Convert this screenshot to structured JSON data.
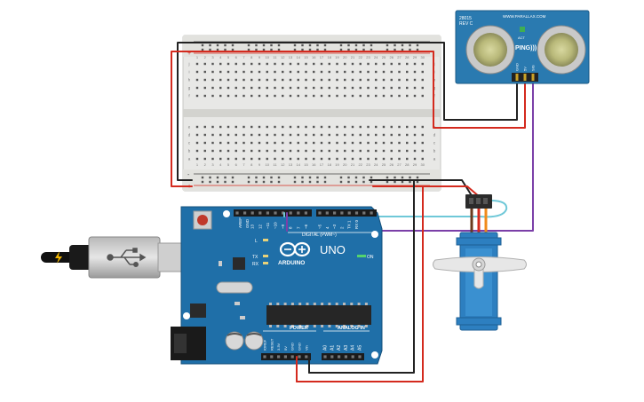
{
  "arduino": {
    "logo_text": "ARDUINO",
    "model_text": "UNO",
    "on_label": "ON",
    "l_label": "L",
    "tx_label": "TX",
    "rx_label": "RX",
    "digital_label": "DIGITAL (PWM~)",
    "power_label": "POWER",
    "analog_label": "ANALOG IN",
    "aref_label": "AREF",
    "gnd_label": "GND",
    "digital_pins": [
      "13",
      "12",
      "~11",
      "~10",
      "~9",
      "8",
      "7",
      "~6",
      "~5",
      "4",
      "~3",
      "2",
      "TX 1",
      "RX 0"
    ],
    "power_pins": [
      "IOREF",
      "RESET",
      "3.3V",
      "5V",
      "GND",
      "GND",
      "Vin"
    ],
    "analog_pins": [
      "A0",
      "A1",
      "A2",
      "A3",
      "A4",
      "A5"
    ]
  },
  "ping_sensor": {
    "part_label": "28015",
    "rev_label": "REV C",
    "brand_label": "WWW.PARALLAX.COM",
    "act_label": "ACT",
    "name_label": "PING)))",
    "pin_labels": [
      "GND",
      "5V",
      "SIG"
    ]
  },
  "breadboard": {
    "column_numbers": [
      "1",
      "2",
      "3",
      "4",
      "5",
      "6",
      "7",
      "8",
      "9",
      "10",
      "11",
      "12",
      "13",
      "14",
      "15",
      "16",
      "17",
      "18",
      "19",
      "20",
      "21",
      "22",
      "23",
      "24",
      "25",
      "26",
      "27",
      "28",
      "29",
      "30"
    ],
    "top_row_letters": [
      "j",
      "i",
      "h",
      "g",
      "f"
    ],
    "bottom_row_letters": [
      "e",
      "d",
      "c",
      "b",
      "a"
    ],
    "plus_label": "+",
    "minus_label": "-"
  },
  "colors": {
    "board_blue": "#1f6fa8",
    "sensor_blue": "#2a7ab0",
    "servo_blue": "#2d7fc0",
    "wire_red": "#d42a1e",
    "wire_black": "#222222",
    "wire_purple": "#7b3fa8",
    "wire_cyan": "#6fc8d8",
    "breadboard": "#e8e8e6"
  },
  "icons": {
    "usb": "usb-icon",
    "lightning": "lightning-icon"
  }
}
